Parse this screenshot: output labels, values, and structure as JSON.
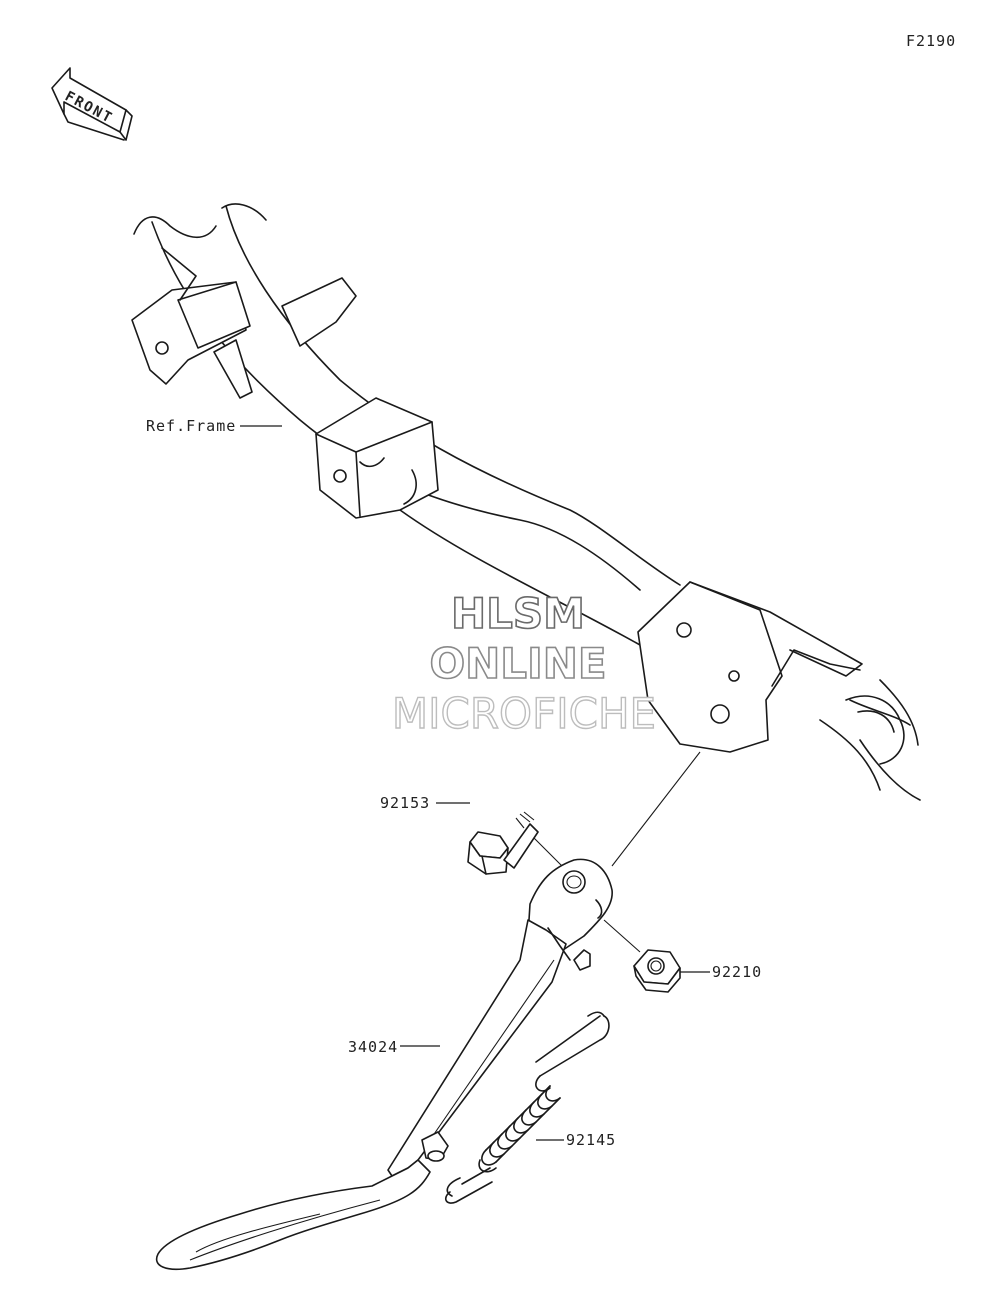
{
  "diagram": {
    "code": "F2190",
    "direction_label": "FRONT",
    "watermark": {
      "line1": "HLSM",
      "line2": "ONLINE",
      "line3": "MICROFICHE"
    },
    "parts": [
      {
        "id": "ref-frame",
        "label": "Ref.Frame"
      },
      {
        "id": "bolt",
        "label": "92153"
      },
      {
        "id": "nut",
        "label": "92210"
      },
      {
        "id": "side-stand",
        "label": "34024"
      },
      {
        "id": "spring",
        "label": "92145"
      }
    ]
  }
}
